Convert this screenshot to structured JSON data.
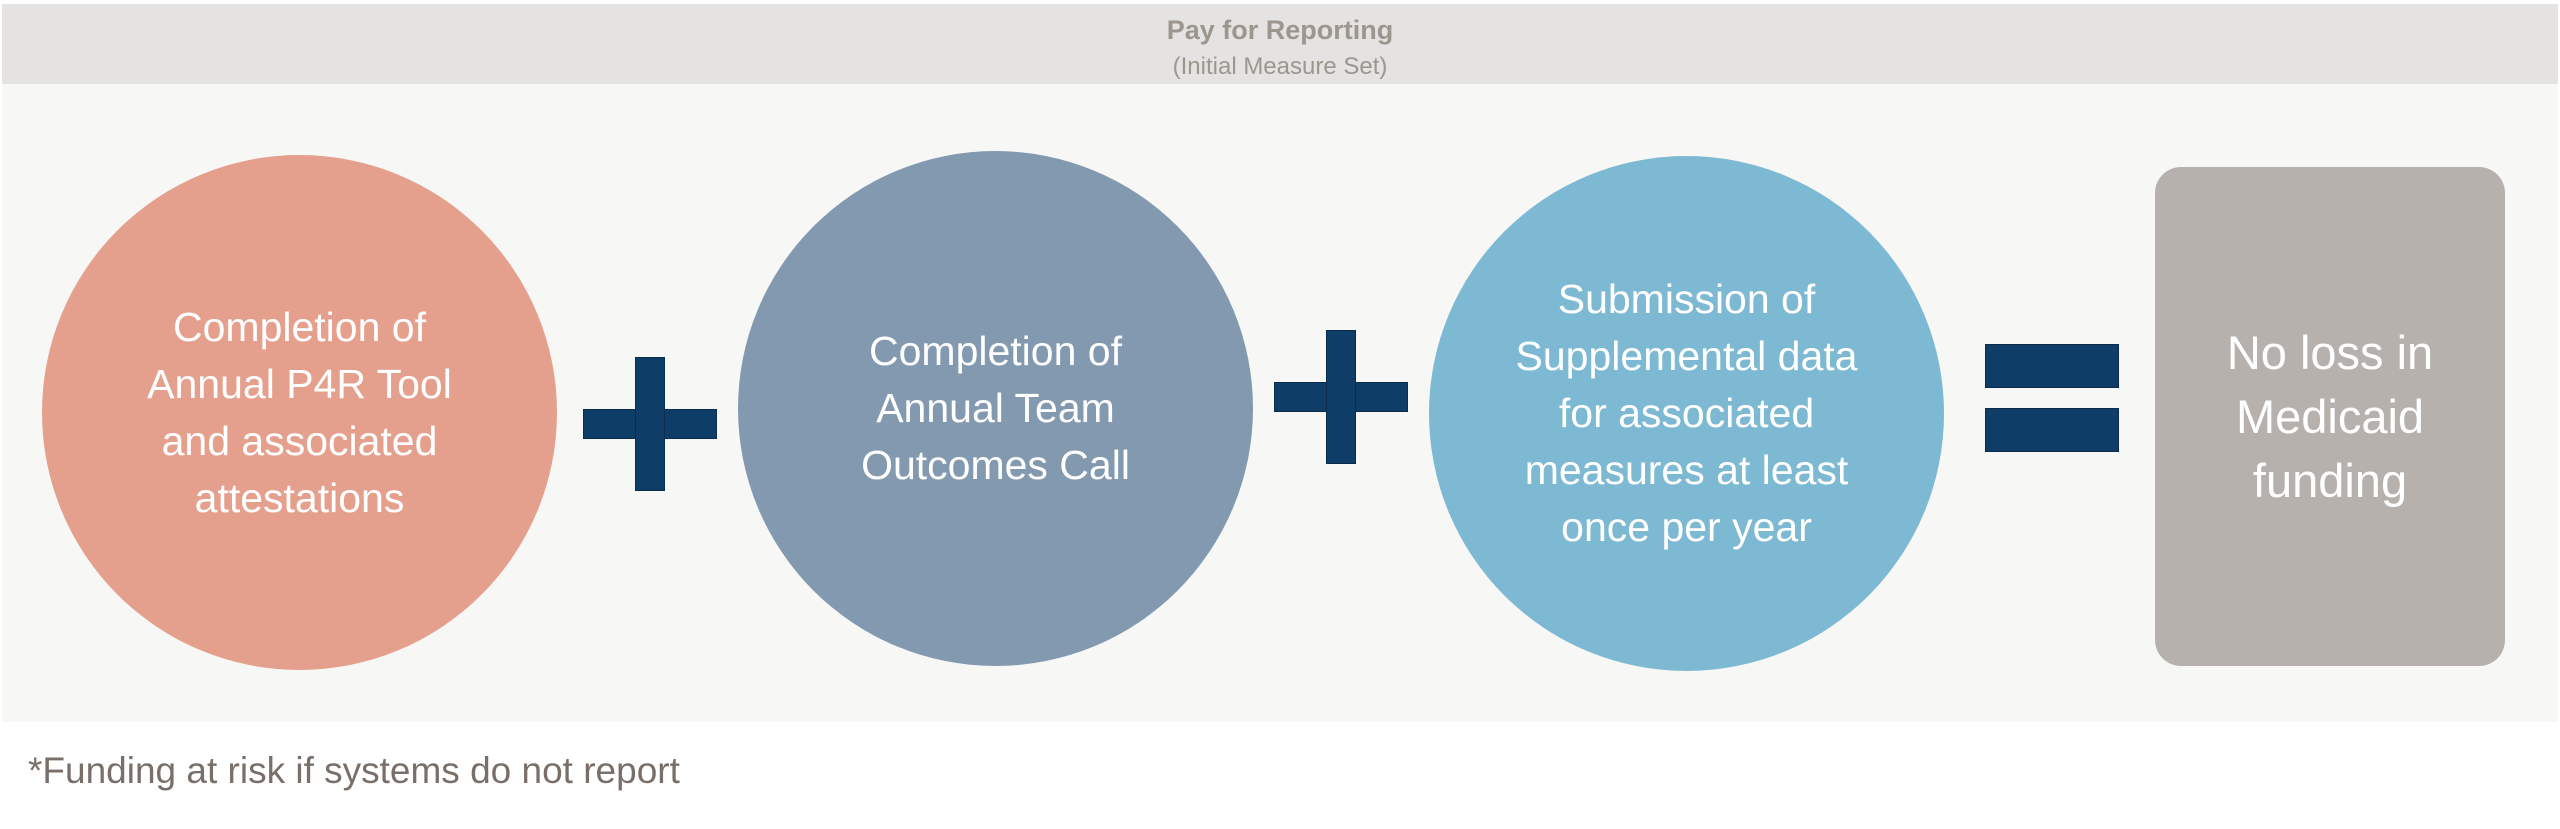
{
  "header": {
    "title": "Pay for Reporting",
    "subtitle": "(Initial Measure Set)"
  },
  "components": [
    {
      "text": "Completion of Annual P4R Tool and associated attestations",
      "color": "#e5a08d"
    },
    {
      "text": "Completion of Annual Team Outcomes Call",
      "color": "#8299b0"
    },
    {
      "text": "Submission of Supplemental data for associated measures at least once per year",
      "color": "#7db9d3"
    }
  ],
  "operators": [
    "+",
    "+",
    "="
  ],
  "result": {
    "text": "No loss in Medicaid funding",
    "color": "#b6b1ac"
  },
  "footnote": "*Funding at risk if systems do not report",
  "colors": {
    "operator": "#0e3d68",
    "header_bg": "#e4e3e1",
    "panel_bg": "#f7f7f6"
  }
}
